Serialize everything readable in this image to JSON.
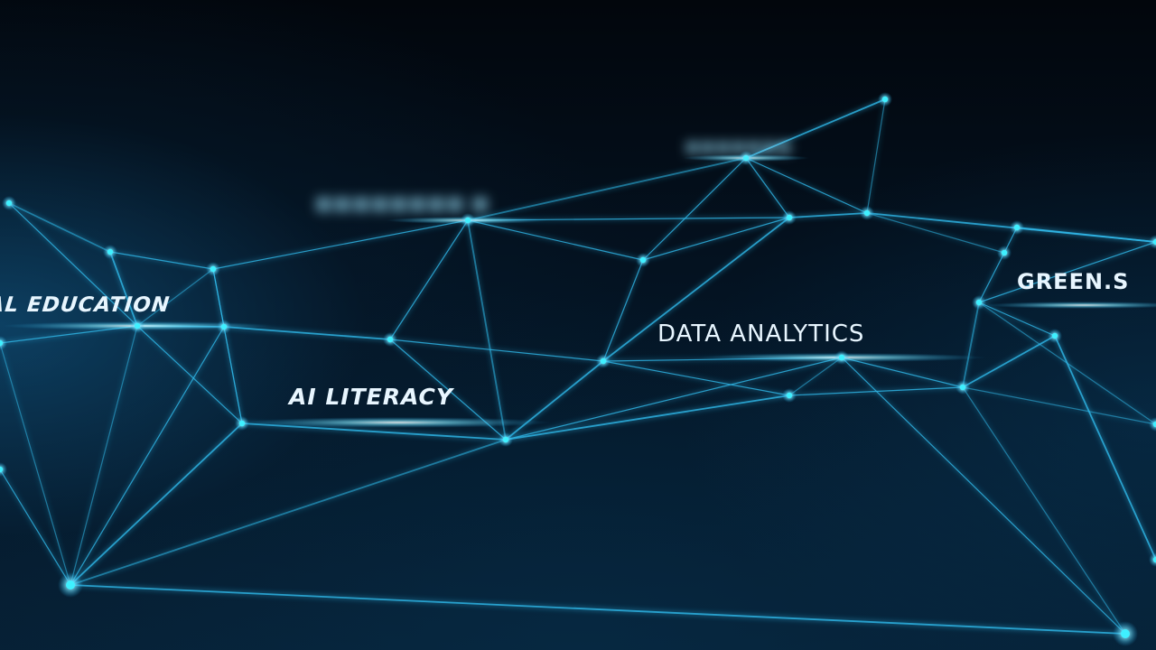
{
  "labels": {
    "education": "NAL EDUCATION",
    "ai_literacy": "AI LITERACY",
    "data_analytics": "DATA ANALYTICS",
    "green": "GREEN.S"
  },
  "colors": {
    "background": "#020812",
    "line": "#2fb8e8",
    "node": "#3ff0ff",
    "text": "#e8f6ff"
  }
}
